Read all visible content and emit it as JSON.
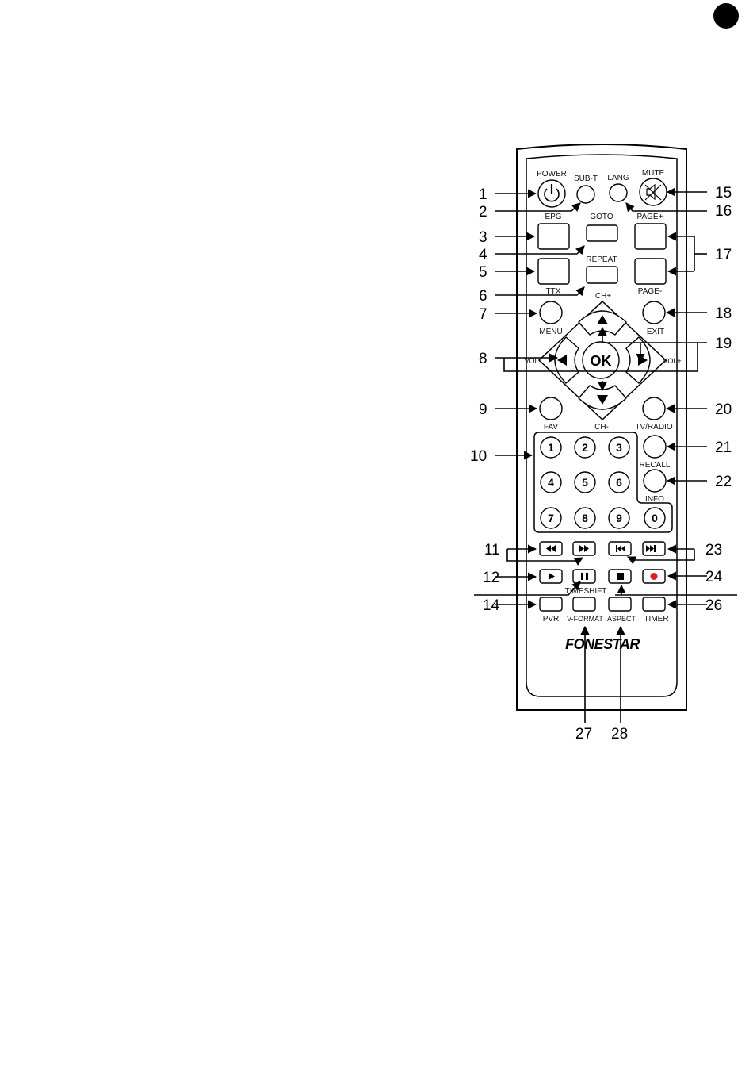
{
  "corner_marker": "",
  "remote": {
    "brand": "FONESTAR",
    "labels": {
      "power": "POWER",
      "sub_t": "SUB-T",
      "lang": "LANG",
      "mute": "MUTE",
      "epg": "EPG",
      "goto": "GOTO",
      "page_plus": "PAGE+",
      "repeat": "REPEAT",
      "ttx": "TTX",
      "page_minus": "PAGE-",
      "ch_plus": "CH+",
      "menu": "MENU",
      "exit": "EXIT",
      "vol_minus": "VOL-",
      "vol_plus": "VOL+",
      "ok": "OK",
      "fav": "FAV",
      "ch_minus": "CH-",
      "tv_radio": "TV/RADIO",
      "recall": "RECALL",
      "info": "INFO",
      "timeshift": "TIMESHIFT",
      "pvr": "PVR",
      "v_format": "V-FORMAT",
      "aspect": "ASPECT",
      "timer": "TIMER"
    },
    "digits": [
      "1",
      "2",
      "3",
      "4",
      "5",
      "6",
      "7",
      "8",
      "9",
      "0"
    ]
  },
  "callouts": [
    "1",
    "2",
    "3",
    "4",
    "5",
    "6",
    "7",
    "8",
    "9",
    "10",
    "11",
    "12",
    "14",
    "15",
    "16",
    "17",
    "18",
    "19",
    "20",
    "21",
    "22",
    "23",
    "24",
    "26",
    "27",
    "28"
  ],
  "colors": {
    "record": "#e02020",
    "ink": "#000000"
  }
}
